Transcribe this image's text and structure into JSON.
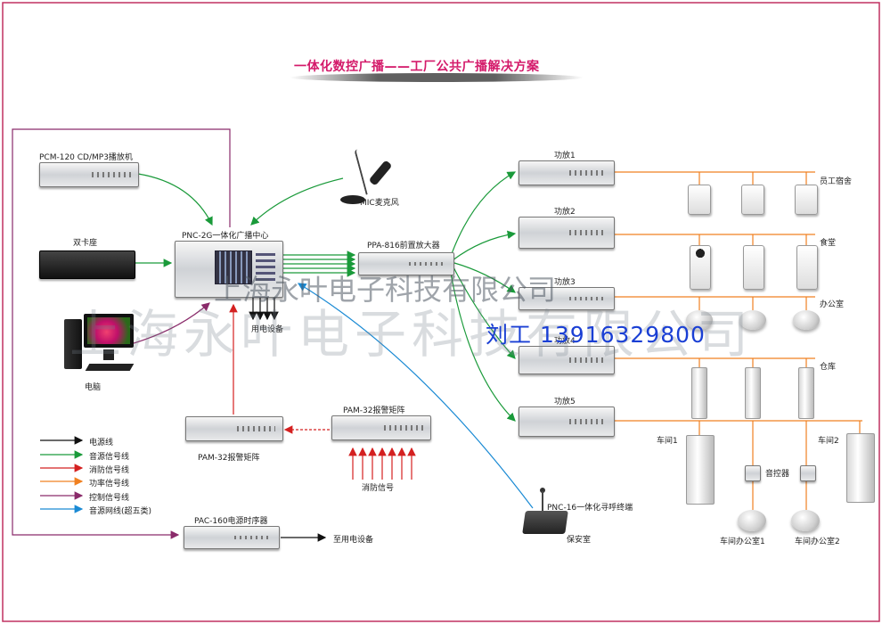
{
  "title": "一体化数控广播——工厂公共广播解决方案",
  "devices": {
    "cd_player": "PCM-120 CD/MP3播放机",
    "cassette": "双卡座",
    "computer": "电脑",
    "broadcast_center": "PNC-2G一体化广播中心",
    "mic": "MIC麦克风",
    "preamp": "PPA-816前置放大器",
    "power_device": "用电设备",
    "alarm_matrix_label_top": "PAM-32报警矩阵",
    "alarm_matrix_label_left": "PAM-32报警矩阵",
    "fire_signal": "消防信号",
    "sequencer": "PAC-160电源时序器",
    "to_power": "至用电设备",
    "paging_terminal": "PNC-16一体化寻呼终端",
    "security_room": "保安室"
  },
  "amplifiers": [
    "功放1",
    "功放2",
    "功放3",
    "功放4",
    "功放5"
  ],
  "zones": {
    "dorm": "员工宿舍",
    "canteen": "食堂",
    "office": "办公室",
    "warehouse": "仓库",
    "workshop1": "车间1",
    "workshop2": "车间2",
    "volume_control": "音控器",
    "ws_office1": "车间办公室1",
    "ws_office2": "车间办公室2"
  },
  "legend": [
    {
      "label": "电源线",
      "color": "#111111"
    },
    {
      "label": "音源信号线",
      "color": "#1a9a3a"
    },
    {
      "label": "消防信号线",
      "color": "#d42020"
    },
    {
      "label": "功率信号线",
      "color": "#f08020"
    },
    {
      "label": "控制信号线",
      "color": "#8a2a6a"
    },
    {
      "label": "音源网线(超五类)",
      "color": "#1a8ad4"
    }
  ],
  "watermark": {
    "big": "上海永叶电子科技有限公司",
    "mid": "上海永叶电子科技有限公司"
  },
  "contact": "刘工 13916329800",
  "colors": {
    "title": "#d41a6a",
    "border": "#c03060",
    "control": "#8a2a6a",
    "audio": "#1a9a3a",
    "power_signal": "#f08020",
    "network": "#1a8ad4",
    "fire": "#d42020"
  }
}
